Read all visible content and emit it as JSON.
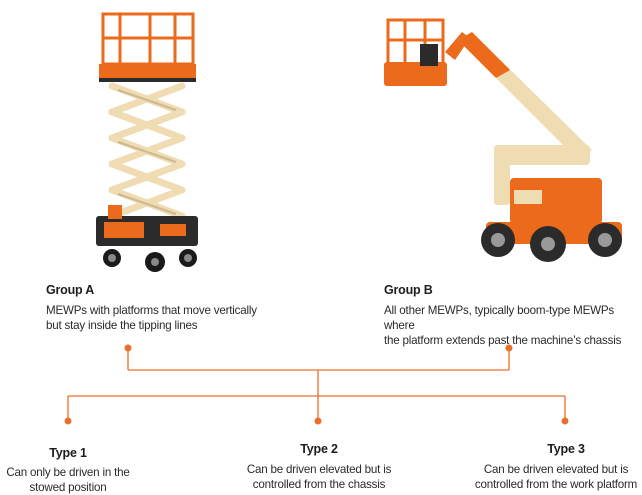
{
  "colors": {
    "accent": "#e9702a",
    "machine_orange": "#ec6a1c",
    "machine_beige": "#efdcb3",
    "chassis_dark": "#2b2b2b"
  },
  "groups": [
    {
      "title": "Group A",
      "description_lines": [
        "MEWPs with platforms that move vertically",
        "but stay inside the tipping lines"
      ],
      "image": "scissor-lift-image"
    },
    {
      "title": "Group B",
      "description_lines": [
        "All other MEWPs, typically boom-type MEWPs where",
        "the platform extends past the machine’s chassis"
      ],
      "image": "boom-lift-image"
    }
  ],
  "types": [
    {
      "title": "Type 1",
      "description_lines": [
        "Can only be driven in the",
        "stowed position"
      ]
    },
    {
      "title": "Type 2",
      "description_lines": [
        "Can be driven elevated but is",
        "controlled from the chassis"
      ]
    },
    {
      "title": "Type 3",
      "description_lines": [
        "Can be driven elevated but is",
        "controlled from the work platform"
      ]
    }
  ]
}
